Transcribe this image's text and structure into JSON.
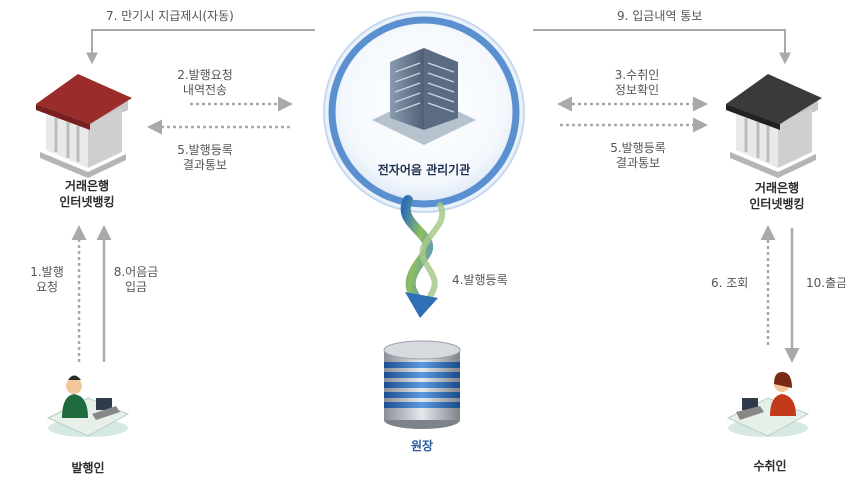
{
  "center": {
    "label": "전자어음 관리기관"
  },
  "ledger": {
    "label": "원장"
  },
  "bank_left": {
    "line1": "거래은행",
    "line2": "인터넷뱅킹"
  },
  "bank_right": {
    "line1": "거래은행",
    "line2": "인터넷뱅킹"
  },
  "issuer": {
    "label": "발행인"
  },
  "recipient": {
    "label": "수취인"
  },
  "steps": {
    "s1": {
      "line1": "1.발행",
      "line2": "요청"
    },
    "s2": {
      "line1": "2.발행요청",
      "line2": "내역전송"
    },
    "s3": {
      "line1": "3.수취인",
      "line2": "정보확인"
    },
    "s4": {
      "text": "4.발행등록"
    },
    "s5l": {
      "line1": "5.발행등록",
      "line2": "결과통보"
    },
    "s5r": {
      "line1": "5.발행등록",
      "line2": "결과통보"
    },
    "s6": {
      "text": "6. 조회"
    },
    "s7": {
      "text": "7. 만기시 지급제시(자동)"
    },
    "s8": {
      "line1": "8.어음금",
      "line2": "입금"
    },
    "s9": {
      "text": "9. 입금내역 통보"
    },
    "s10": {
      "text": "10.출금"
    }
  },
  "colors": {
    "ring": "#5a8fd0",
    "arrow_gray": "#a9a9a9",
    "roof_red": "#9a2c2c",
    "roof_dark": "#3a3a3a",
    "ledger_blue": "#2f6fb5",
    "spiral_green": "#7ea85a"
  },
  "icons": [
    "bank-building-icon",
    "office-tower-icon",
    "database-stack-icon",
    "person-at-desk-icon",
    "spiral-arrow-icon"
  ]
}
